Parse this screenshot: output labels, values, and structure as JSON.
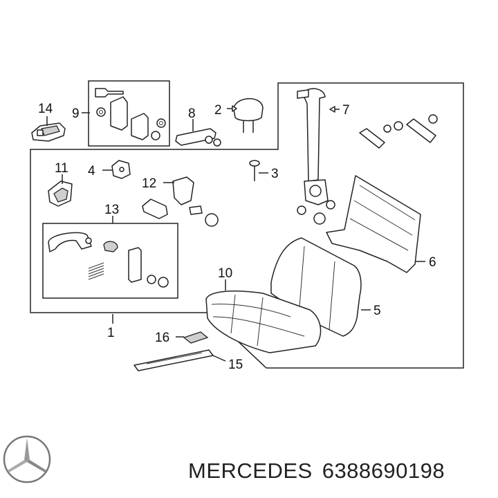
{
  "callouts": [
    "1",
    "2",
    "3",
    "4",
    "5",
    "6",
    "7",
    "8",
    "9",
    "10",
    "11",
    "12",
    "13",
    "14",
    "15",
    "16"
  ],
  "footer": {
    "brand": "MERCEDES",
    "part_number": "6388690198",
    "logo_icon": "mercedes-star-logo-icon"
  }
}
